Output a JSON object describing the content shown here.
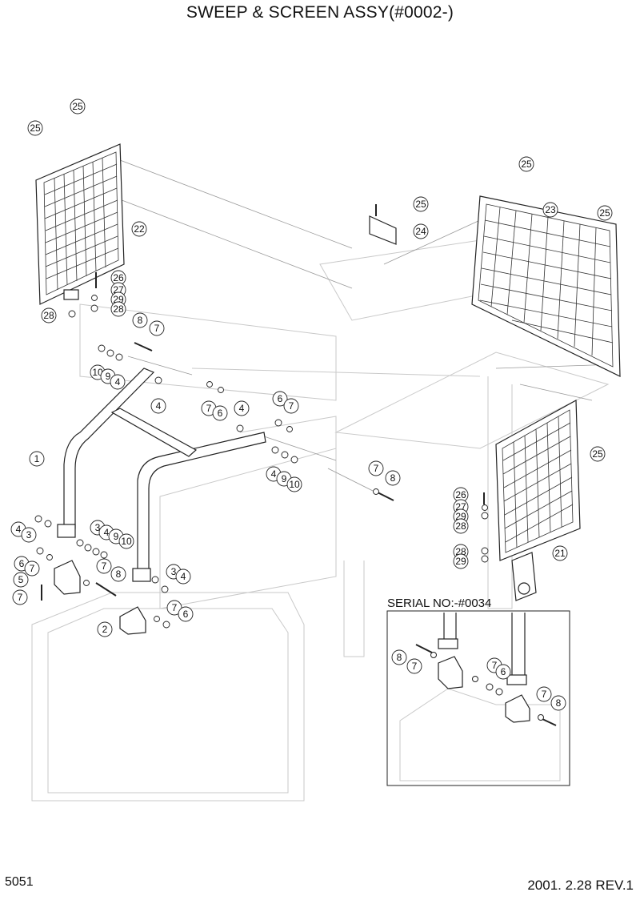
{
  "header": {
    "title": "SWEEP & SCREEN ASSY(#0002-)"
  },
  "footer": {
    "page_number": "5051",
    "revision": "2001. 2.28 REV.1"
  },
  "inset": {
    "label": "SERIAL NO:-#0034"
  },
  "callouts": [
    "25",
    "25",
    "22",
    "26",
    "27",
    "29",
    "28",
    "28",
    "25",
    "24",
    "25",
    "23",
    "25",
    "8",
    "7",
    "10",
    "9",
    "4",
    "4",
    "7",
    "6",
    "4",
    "6",
    "7",
    "1",
    "4",
    "9",
    "10",
    "7",
    "8",
    "4",
    "3",
    "3",
    "4",
    "9",
    "10",
    "6",
    "7",
    "5",
    "8",
    "7",
    "7",
    "3",
    "4",
    "2",
    "7",
    "6",
    "26",
    "27",
    "29",
    "28",
    "28",
    "29",
    "21",
    "25",
    "8",
    "7",
    "7",
    "6",
    "7",
    "8"
  ]
}
